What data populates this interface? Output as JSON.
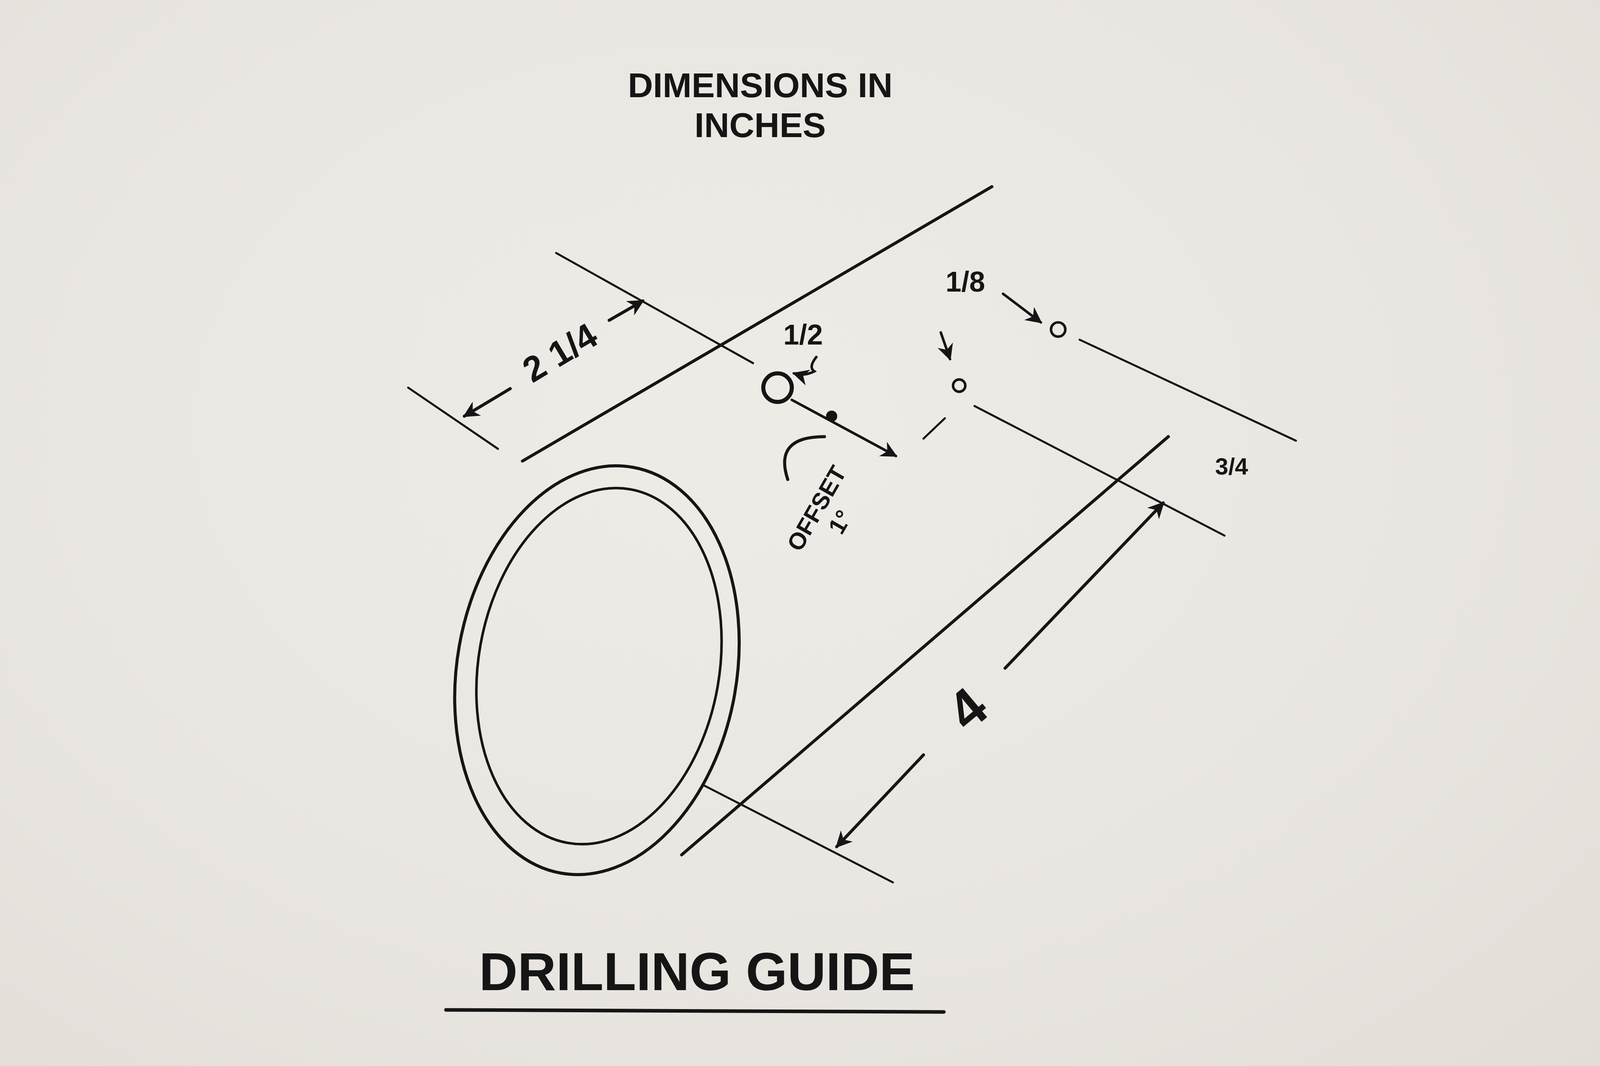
{
  "diagram": {
    "title": "DIMENSIONS IN INCHES",
    "caption": "DRILLING GUIDE",
    "labels": [
      "2 1/4",
      "1/2",
      "OFFSET 1°",
      "1/8",
      "3/4",
      "4"
    ]
  }
}
